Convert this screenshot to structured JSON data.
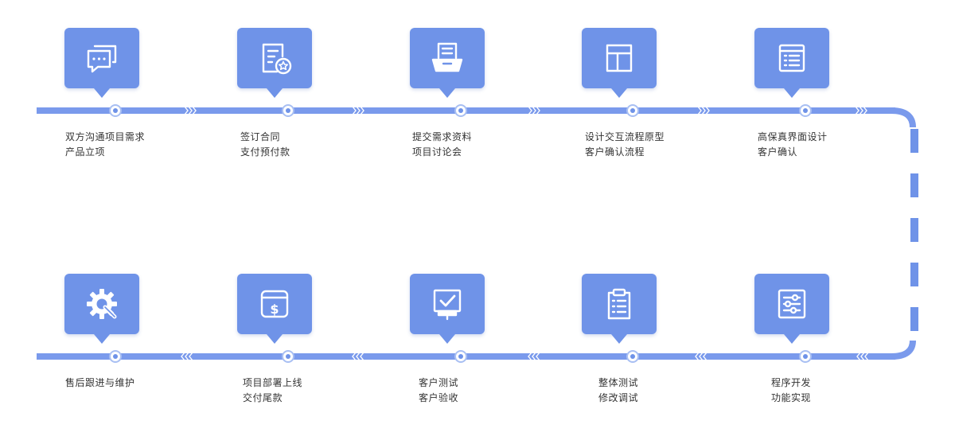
{
  "colors": {
    "accent": "#6f93e8",
    "line": "#7a9aec",
    "text": "#333333"
  },
  "steps": [
    {
      "icon": "chat-bubbles-icon",
      "line1": "双方沟通项目需求",
      "line2": "产品立项"
    },
    {
      "icon": "contract-seal-icon",
      "line1": "签订合同",
      "line2": "支付预付款"
    },
    {
      "icon": "document-tray-icon",
      "line1": "提交需求资料",
      "line2": "项目讨论会"
    },
    {
      "icon": "layout-wireframe-icon",
      "line1": "设计交互流程原型",
      "line2": "客户确认流程"
    },
    {
      "icon": "ui-page-icon",
      "line1": "高保真界面设计",
      "line2": "客户确认"
    },
    {
      "icon": "sliders-icon",
      "line1": "程序开发",
      "line2": "功能实现"
    },
    {
      "icon": "clipboard-checklist-icon",
      "line1": "整体测试",
      "line2": "修改调试"
    },
    {
      "icon": "monitor-check-icon",
      "line1": "客户测试",
      "line2": "客户验收"
    },
    {
      "icon": "browser-dollar-icon",
      "line1": "项目部署上线",
      "line2": "交付尾款"
    },
    {
      "icon": "gear-wrench-icon",
      "line1": "售后跟进与维护",
      "line2": ""
    }
  ]
}
